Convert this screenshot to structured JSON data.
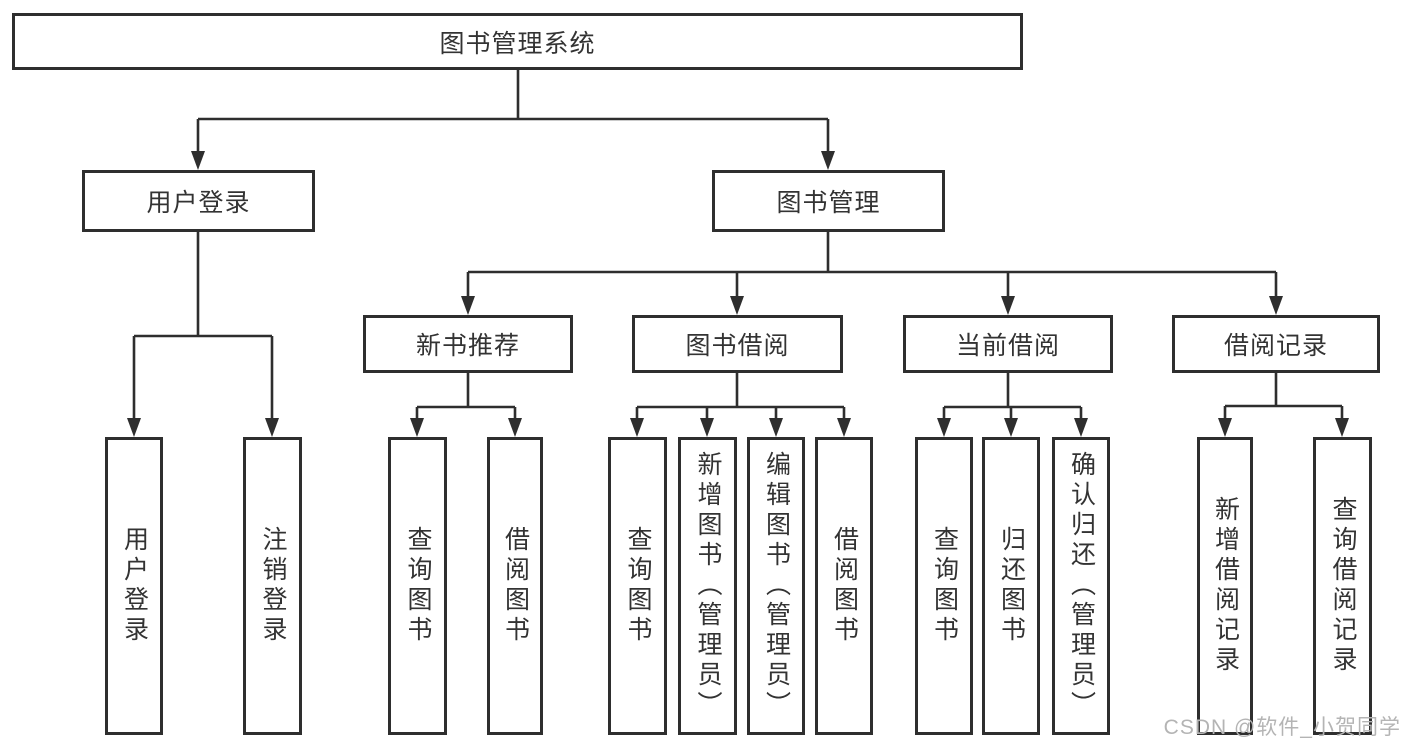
{
  "diagram": {
    "tree": {
      "root": {
        "label": "图书管理系统"
      },
      "branches": [
        {
          "label": "用户登录",
          "children": [
            {
              "label": "用户登录"
            },
            {
              "label": "注销登录"
            }
          ]
        },
        {
          "label": "图书管理",
          "children": [
            {
              "label": "新书推荐",
              "children": [
                {
                  "label": "查询图书"
                },
                {
                  "label": "借阅图书"
                }
              ]
            },
            {
              "label": "图书借阅",
              "children": [
                {
                  "label": "查询图书"
                },
                {
                  "label": "新增图书（管理员）"
                },
                {
                  "label": "编辑图书（管理员）"
                },
                {
                  "label": "借阅图书"
                }
              ]
            },
            {
              "label": "当前借阅",
              "children": [
                {
                  "label": "查询图书"
                },
                {
                  "label": "归还图书"
                },
                {
                  "label": "确认归还（管理员）"
                }
              ]
            },
            {
              "label": "借阅记录",
              "children": [
                {
                  "label": "新增借阅记录"
                },
                {
                  "label": "查询借阅记录"
                }
              ]
            }
          ]
        }
      ]
    },
    "colors": {
      "line": "#2e2e2e",
      "text": "#333333",
      "watermark": "#b4b4b4",
      "background": "#ffffff"
    },
    "watermark": {
      "text": "CSDN @软件_小贺同学"
    }
  }
}
